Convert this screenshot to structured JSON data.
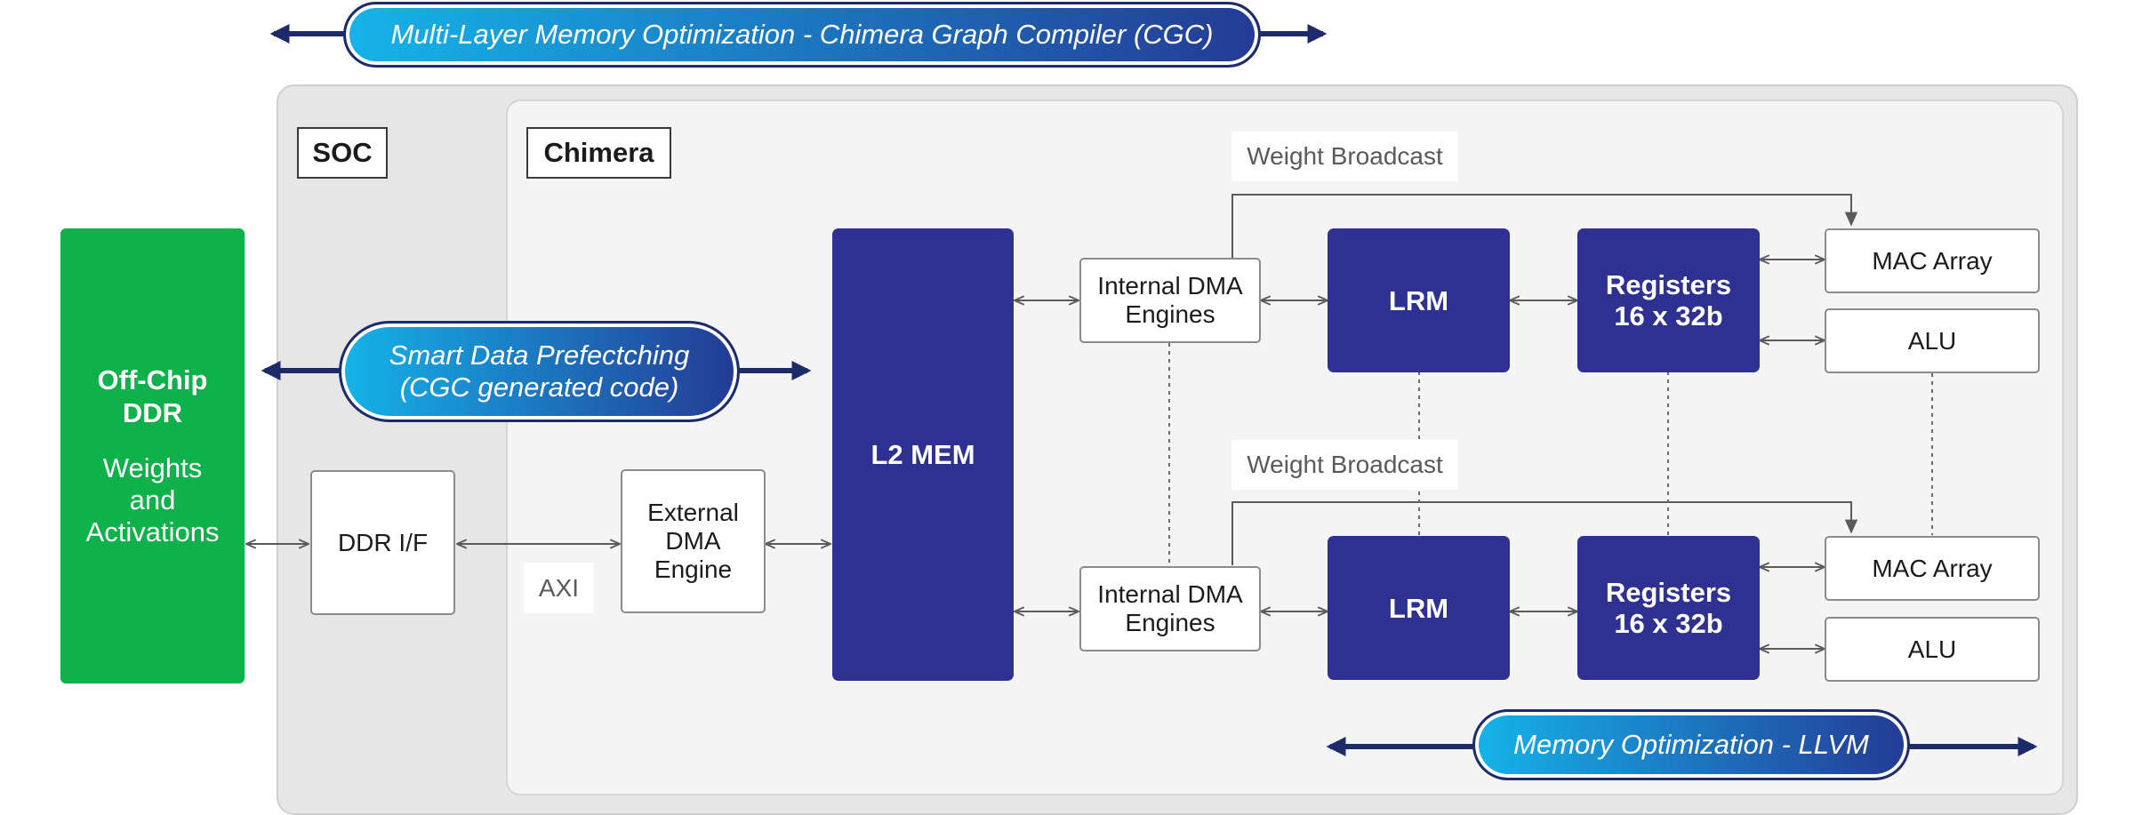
{
  "banners": {
    "top": "Multi-Layer Memory Optimization - Chimera Graph Compiler (CGC)",
    "prefetch": [
      "Smart Data Prefectching",
      "(CGC generated code)"
    ],
    "bottom": "Memory Optimization - LLVM"
  },
  "regions": {
    "soc": "SOC",
    "chimera": "Chimera"
  },
  "offchip": {
    "title": [
      "Off-Chip",
      "DDR"
    ],
    "subtitle": [
      "Weights",
      "and",
      "Activations"
    ]
  },
  "blocks": {
    "ddr_if": "DDR I/F",
    "axi": "AXI",
    "external_dma": [
      "External",
      "DMA",
      "Engine"
    ],
    "l2_mem": "L2 MEM",
    "internal_dma": [
      "Internal DMA",
      "Engines"
    ],
    "lrm": "LRM",
    "registers": [
      "Registers",
      "16 x 32b"
    ],
    "mac_array": "MAC Array",
    "alu": "ALU",
    "weight_broadcast": "Weight Broadcast"
  },
  "colors": {
    "offchip_green": "#0fb14a",
    "core_navy": "#2e3192",
    "pill_cyan": "#15b4e8",
    "arrow_dark": "#1e2b6b"
  }
}
